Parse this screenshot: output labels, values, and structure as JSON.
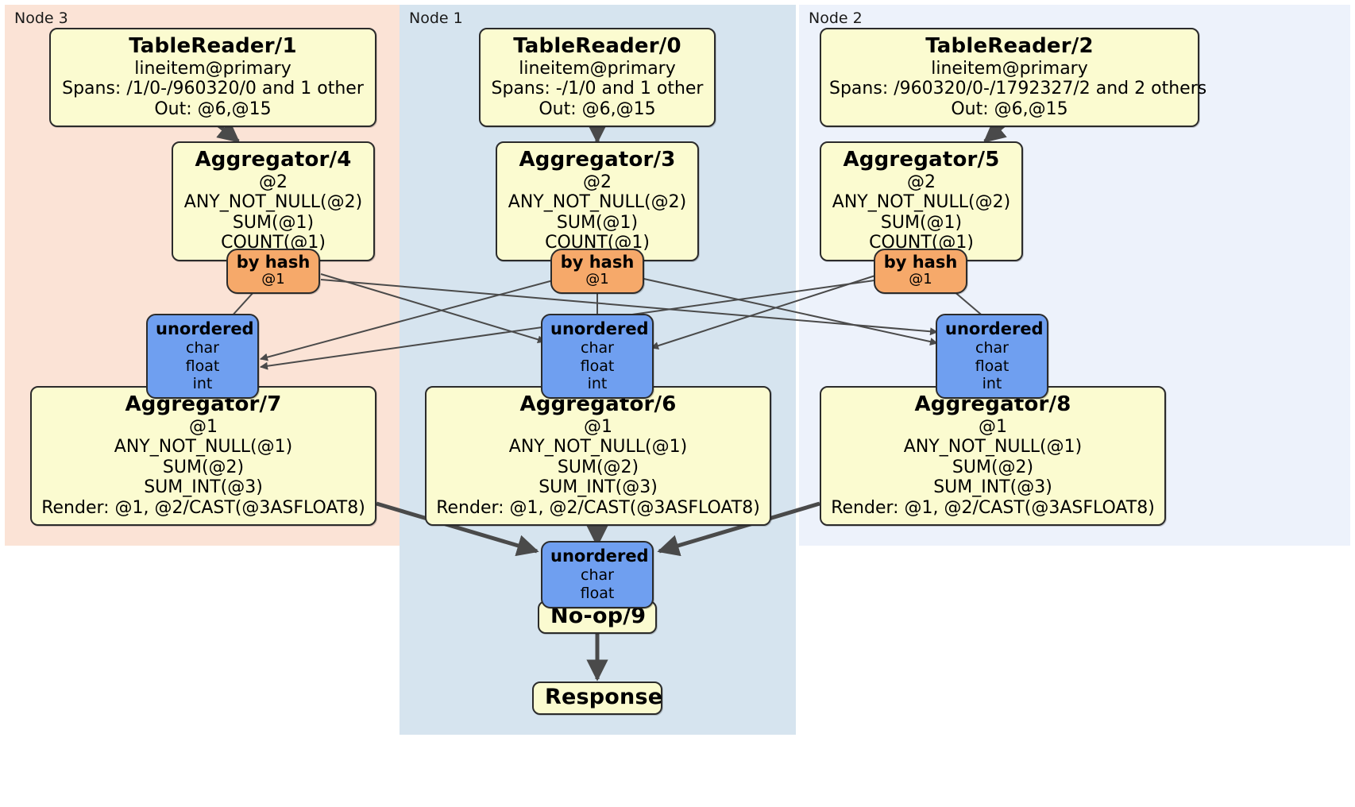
{
  "diagram": {
    "type": "distributed-query-plan",
    "colors": {
      "node3_panel": "#fbe3d6",
      "node1_panel": "#d6e4ef",
      "node2_panel": "#edf2fb",
      "processor_box": "#fbfbd0",
      "router_box": "#f6a96a",
      "synchronizer_box": "#6f9ff0",
      "edge": "#4a4a4a",
      "border": "#2b2b2b"
    },
    "nodes": [
      {
        "id": "node3",
        "label": "Node 3"
      },
      {
        "id": "node1",
        "label": "Node 1"
      },
      {
        "id": "node2",
        "label": "Node 2"
      }
    ],
    "processors": {
      "table_reader_1": {
        "title": "TableReader/1",
        "lines": [
          "lineitem@primary",
          "Spans: /1/0-/960320/0 and 1 other",
          "Out: @6,@15"
        ]
      },
      "table_reader_0": {
        "title": "TableReader/0",
        "lines": [
          "lineitem@primary",
          "Spans: -/1/0 and 1 other",
          "Out: @6,@15"
        ]
      },
      "table_reader_2": {
        "title": "TableReader/2",
        "lines": [
          "lineitem@primary",
          "Spans: /960320/0-/1792327/2 and 2 others",
          "Out: @6,@15"
        ]
      },
      "aggregator_4": {
        "title": "Aggregator/4",
        "lines": [
          "@2",
          "ANY_NOT_NULL(@2)",
          "SUM(@1)",
          "COUNT(@1)"
        ]
      },
      "aggregator_3": {
        "title": "Aggregator/3",
        "lines": [
          "@2",
          "ANY_NOT_NULL(@2)",
          "SUM(@1)",
          "COUNT(@1)"
        ]
      },
      "aggregator_5": {
        "title": "Aggregator/5",
        "lines": [
          "@2",
          "ANY_NOT_NULL(@2)",
          "SUM(@1)",
          "COUNT(@1)"
        ]
      },
      "aggregator_7": {
        "title": "Aggregator/7",
        "lines": [
          "@1",
          "ANY_NOT_NULL(@1)",
          "SUM(@2)",
          "SUM_INT(@3)",
          "Render: @1, @2/CAST(@3ASFLOAT8)"
        ]
      },
      "aggregator_6": {
        "title": "Aggregator/6",
        "lines": [
          "@1",
          "ANY_NOT_NULL(@1)",
          "SUM(@2)",
          "SUM_INT(@3)",
          "Render: @1, @2/CAST(@3ASFLOAT8)"
        ]
      },
      "aggregator_8": {
        "title": "Aggregator/8",
        "lines": [
          "@1",
          "ANY_NOT_NULL(@1)",
          "SUM(@2)",
          "SUM_INT(@3)",
          "Render: @1, @2/CAST(@3ASFLOAT8)"
        ]
      },
      "noop_9": {
        "title": "No-op/9",
        "lines": []
      },
      "response": {
        "title": "Response",
        "lines": []
      }
    },
    "routers": {
      "by_hash_left": {
        "title": "by hash",
        "lines": [
          "@1"
        ]
      },
      "by_hash_center": {
        "title": "by hash",
        "lines": [
          "@1"
        ]
      },
      "by_hash_right": {
        "title": "by hash",
        "lines": [
          "@1"
        ]
      }
    },
    "synchronizers": {
      "unordered_left": {
        "title": "unordered",
        "lines": [
          "char",
          "float",
          "int"
        ]
      },
      "unordered_center": {
        "title": "unordered",
        "lines": [
          "char",
          "float",
          "int"
        ]
      },
      "unordered_right": {
        "title": "unordered",
        "lines": [
          "char",
          "float",
          "int"
        ]
      },
      "unordered_final": {
        "title": "unordered",
        "lines": [
          "char",
          "float"
        ]
      }
    }
  }
}
